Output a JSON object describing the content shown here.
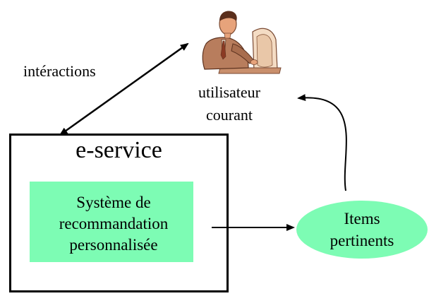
{
  "labels": {
    "interactions": "intéractions",
    "user_line1": "utilisateur",
    "user_line2": "courant",
    "eservice": "e-service",
    "reco_line1": "Système de",
    "reco_line2": "recommandation",
    "reco_line3": "personnalisée",
    "items_line1": "Items",
    "items_line2": "pertinents"
  },
  "icons": {
    "user": "user-at-computer-icon"
  },
  "colors": {
    "green_fill": "#7dfcb4",
    "stroke": "#000000",
    "skin": "#e7a37b",
    "suit": "#b87d5d",
    "screen": "#f2dcc2"
  }
}
